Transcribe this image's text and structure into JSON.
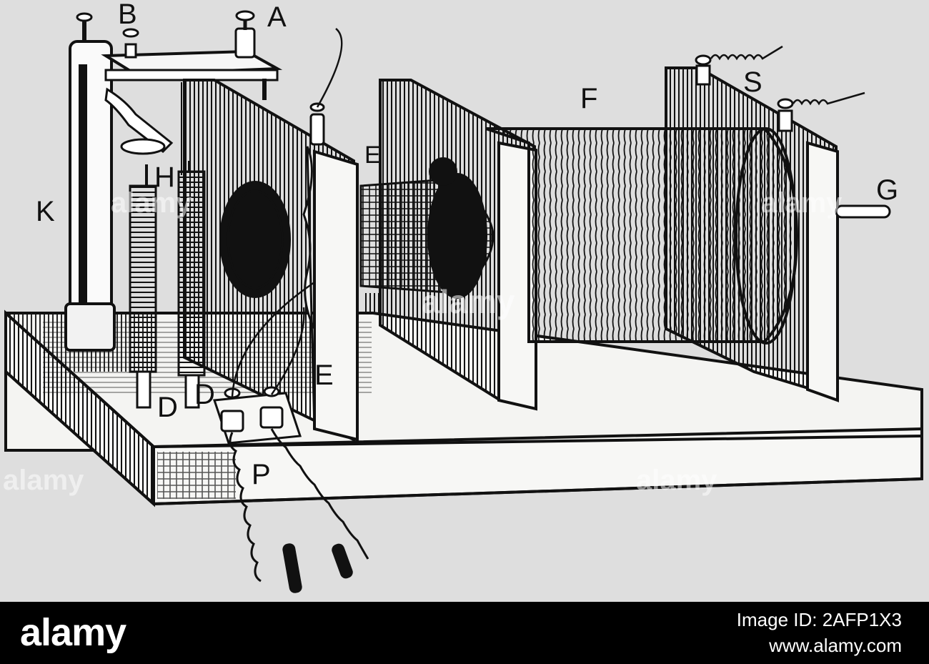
{
  "labels": {
    "A": "A",
    "B": "B",
    "D1": "D",
    "D2": "D",
    "E1": "E",
    "E2": "E",
    "F": "F",
    "G": "G",
    "H": "H",
    "K": "K",
    "P": "P",
    "S": "S"
  },
  "watermark": {
    "text": "alamy"
  },
  "footer": {
    "logo": "alamy",
    "image_id": "Image ID: 2AFP1X3",
    "site": "www.alamy.com"
  }
}
